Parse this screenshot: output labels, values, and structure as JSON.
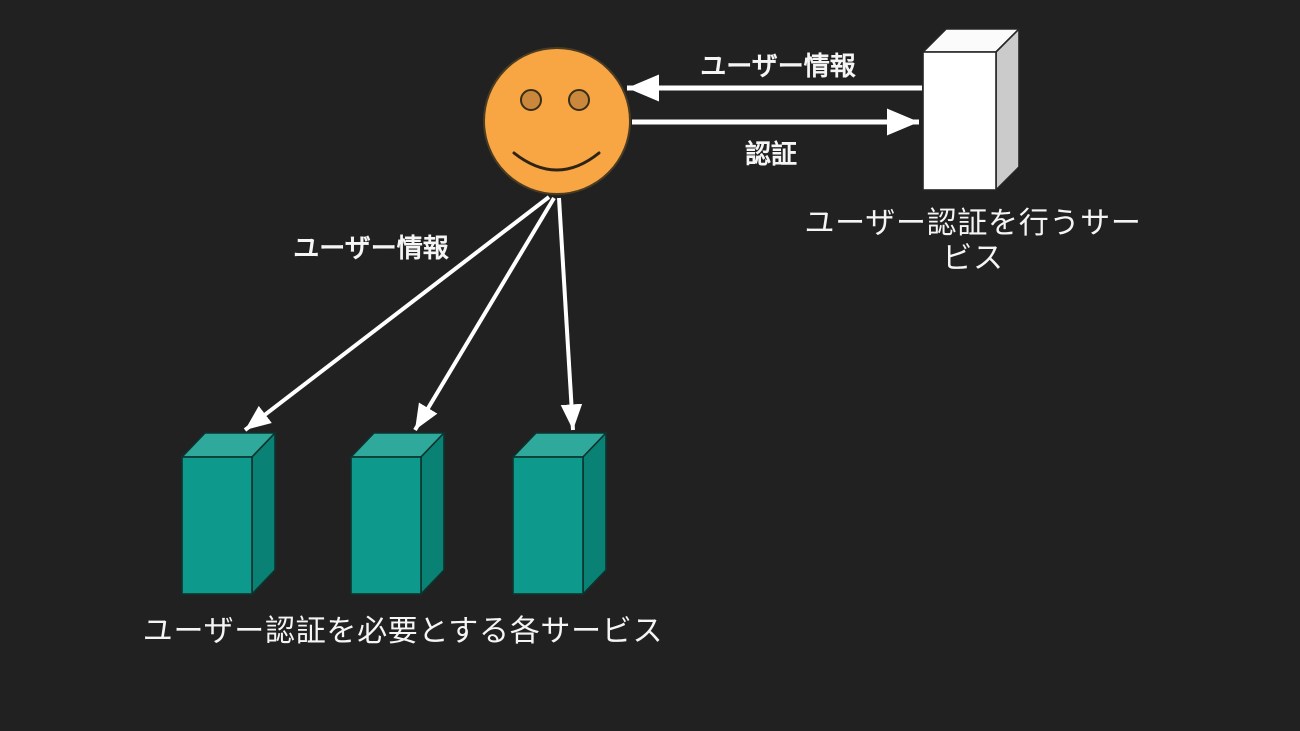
{
  "title": "user-authentication-flow-diagram",
  "colors": {
    "background": "#212121",
    "arrow": "#FFFFFF",
    "text": "#F5F5F5",
    "user_face": "#F8A544",
    "user_features": "#C9883C",
    "auth_server_front": "#FFFFFF",
    "auth_server_top": "#FBFBFB",
    "auth_server_side": "#CBCBCB",
    "service_front": "#0D998B",
    "service_top": "#2FA99B",
    "service_side": "#098275"
  },
  "nodes": {
    "user": {
      "kind": "smiley-face"
    },
    "auth_service": {
      "kind": "server-box-white",
      "label_lines": [
        "ユーザー認証を行うサー",
        "ビス"
      ]
    },
    "services": {
      "kind": "server-box-teal",
      "count": 3,
      "label": "ユーザー認証を必要とする各サービス"
    }
  },
  "edges": {
    "user_info_from_auth_server": {
      "label": "ユーザー情報",
      "direction": "auth_service → user"
    },
    "auth_to_server": {
      "label": "認証",
      "direction": "user → auth_service"
    },
    "user_info_to_services": {
      "label": "ユーザー情報",
      "direction": "user → services"
    }
  }
}
